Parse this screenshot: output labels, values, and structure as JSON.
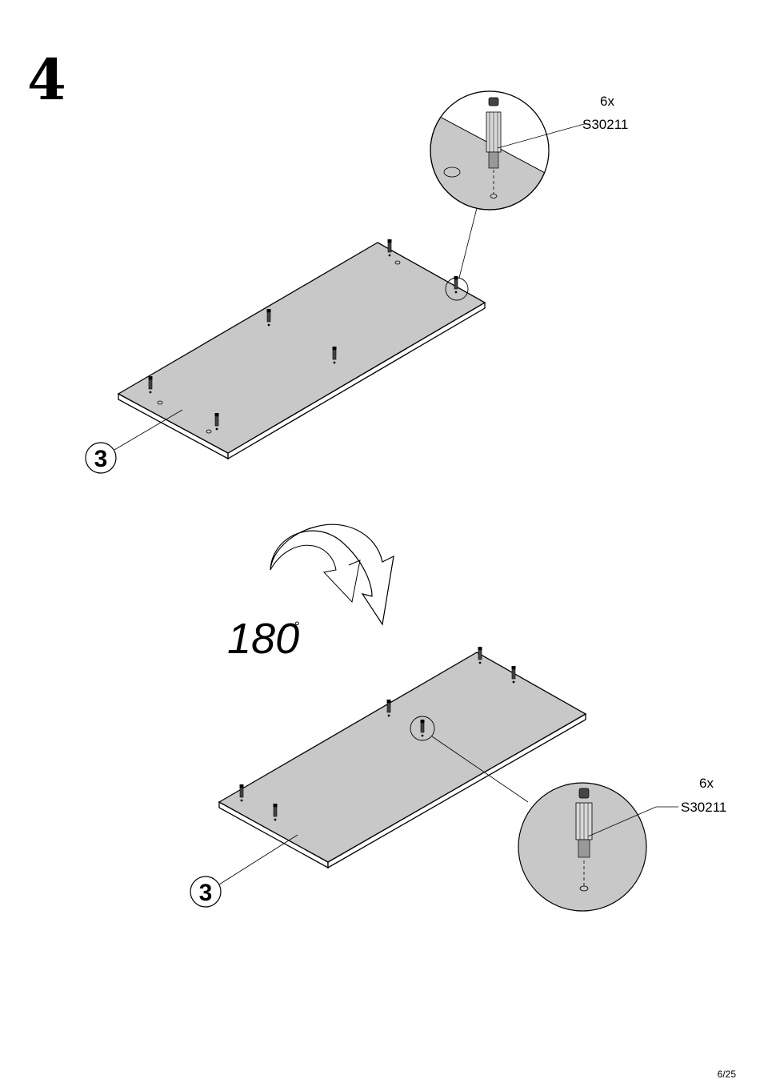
{
  "step": {
    "number": "4"
  },
  "callout_top": {
    "quantity": "6x",
    "part_code": "S30211"
  },
  "callout_bottom": {
    "quantity": "6x",
    "part_code": "S30211"
  },
  "panel_top": {
    "part_number": "3"
  },
  "panel_bottom": {
    "part_number": "3"
  },
  "rotation": {
    "label": "180",
    "degree_symbol": "°"
  },
  "page": {
    "number": "6/25"
  },
  "colors": {
    "panel_fill": "#c8c8c8",
    "line": "#000000",
    "background": "#ffffff"
  }
}
